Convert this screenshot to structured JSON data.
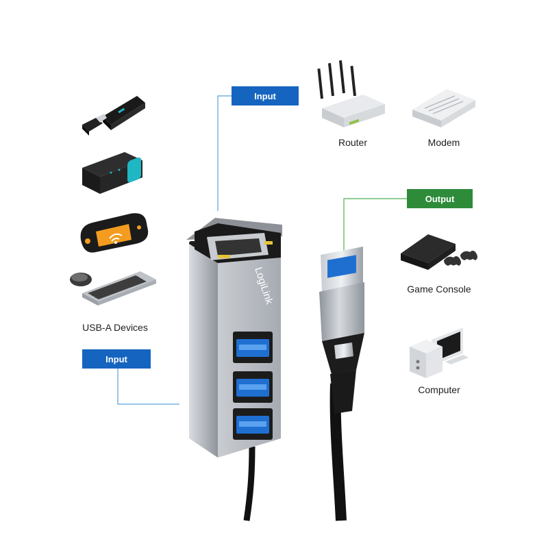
{
  "tags": {
    "input_top": "Input",
    "input_left": "Input",
    "output": "Output"
  },
  "devices": {
    "usb_a": "USB-A Devices",
    "router": "Router",
    "modem": "Modem",
    "game_console": "Game Console",
    "computer": "Computer"
  },
  "brand": "LogiLink",
  "colors": {
    "input_tag": "#1565c0",
    "output_tag": "#2e8b3a",
    "hub_body": "#b8bcc2",
    "usb_port": "#1f6fd1"
  },
  "icons": [
    "usb-stick-icon",
    "speaker-icon",
    "gamepad-icon",
    "keyboard-mouse-icon",
    "router-icon",
    "modem-icon",
    "game-console-icon",
    "computer-icon"
  ]
}
